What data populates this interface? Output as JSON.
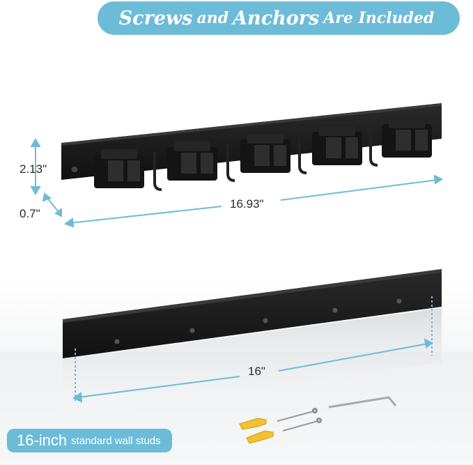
{
  "headline": {
    "part1": "Screws",
    "part2": "and",
    "part3": "Anchors",
    "part4": "Are Included"
  },
  "dimensions": {
    "height": "2.13\"",
    "depth": "0.7\"",
    "length": "16.93\"",
    "stud_spacing": "16\""
  },
  "badge": {
    "big": "16-inch",
    "small": "standard wall studs"
  },
  "colors": {
    "accent": "#6cbcd8",
    "rack": "#1c1c1c",
    "anchor": "#f2c12e"
  }
}
